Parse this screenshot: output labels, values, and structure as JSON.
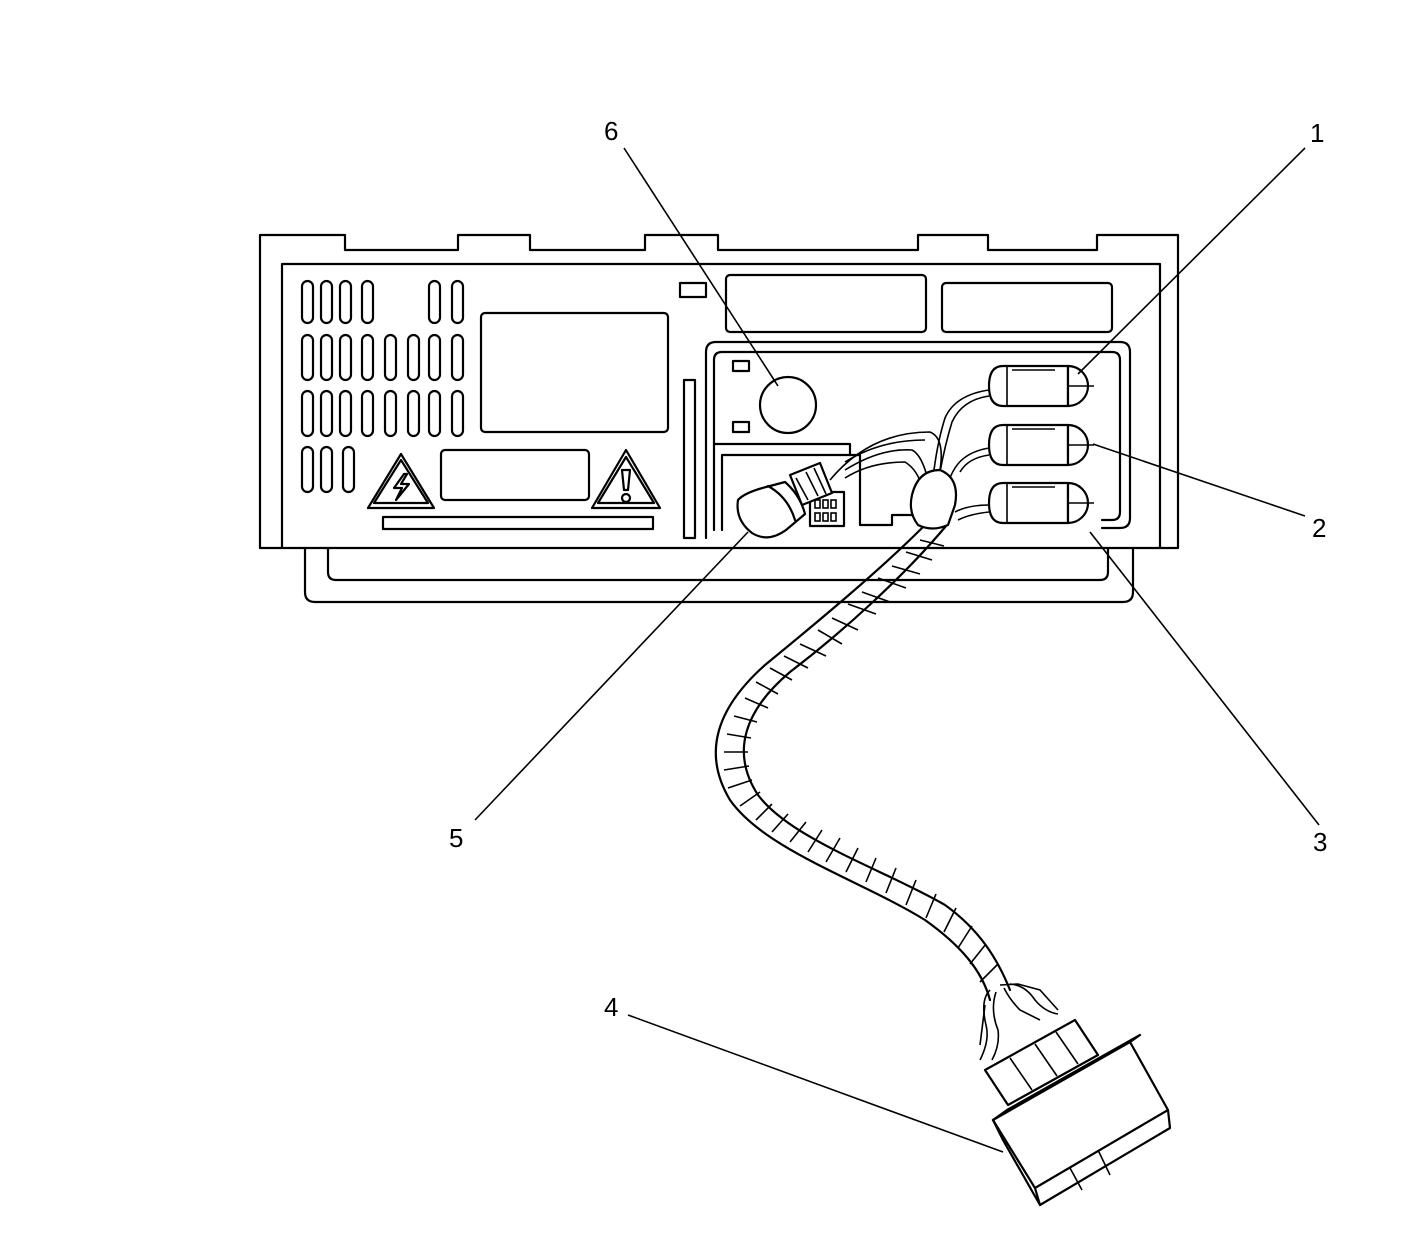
{
  "diagram": {
    "callouts": [
      {
        "id": "1",
        "label": "1"
      },
      {
        "id": "2",
        "label": "2"
      },
      {
        "id": "3",
        "label": "3"
      },
      {
        "id": "4",
        "label": "4"
      },
      {
        "id": "5",
        "label": "5"
      },
      {
        "id": "6",
        "label": "6"
      }
    ],
    "colors": {
      "stroke": "#000000",
      "background": "#ffffff"
    }
  }
}
